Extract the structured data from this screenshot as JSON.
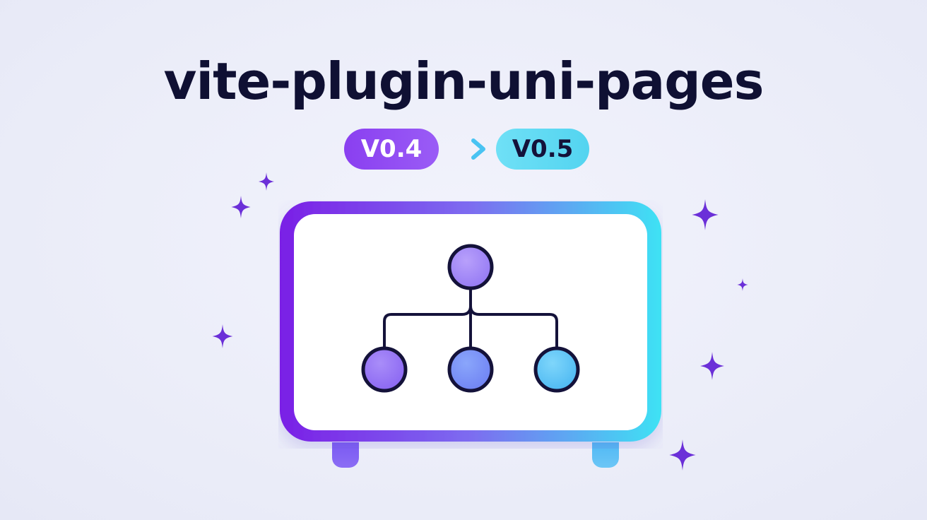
{
  "title": "vite-plugin-uni-pages",
  "versions": {
    "from": "V0.4",
    "to": "V0.5"
  },
  "icons": {
    "arrow": "right-arrow-icon",
    "tree": "page-tree-icon",
    "sparkle": "sparkle-icon"
  },
  "colors": {
    "background": "#eceef9",
    "title": "#0f1033",
    "purple": "#8a3ff0",
    "cyan": "#53d4f0",
    "node_stroke": "#14123a",
    "screen": "#ffffff"
  }
}
